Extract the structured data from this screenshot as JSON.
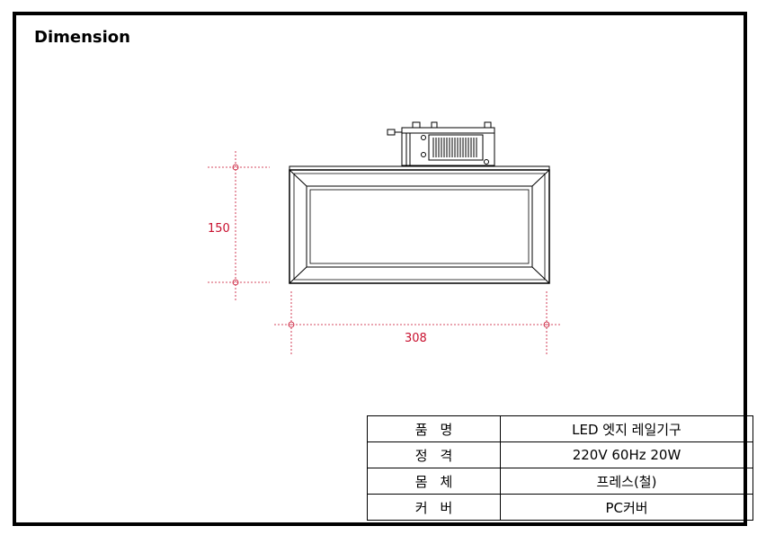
{
  "page": {
    "title": "Dimension"
  },
  "dimensions": {
    "height": "150",
    "width": "308"
  },
  "colors": {
    "dimension": "#c8102e",
    "frame": "#000000"
  },
  "spec_table": [
    {
      "key": "품명",
      "value": "LED 엣지 레일기구"
    },
    {
      "key": "정격",
      "value": "220V 60Hz 20W"
    },
    {
      "key": "몸체",
      "value": "프레스(철)"
    },
    {
      "key": "커버",
      "value": "PC커버"
    }
  ]
}
